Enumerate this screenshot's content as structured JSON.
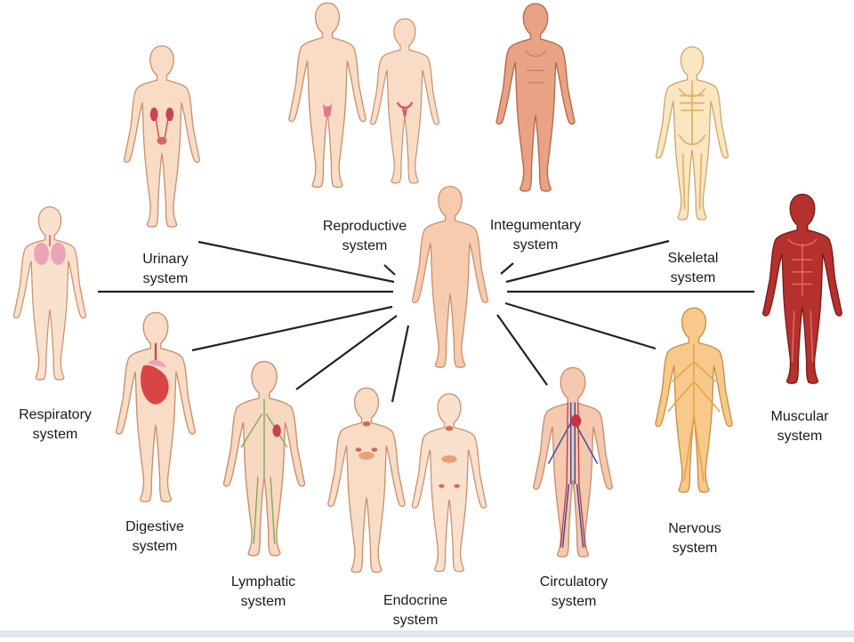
{
  "diagram": {
    "center": "human-body",
    "colors": {
      "skin": "#f7d6bd",
      "skin_outline": "#c9906d",
      "integumentary": "#e79c7b",
      "muscle": "#b52a2a",
      "skeleton": "#f3d7a3",
      "nerve": "#f0b561",
      "digestive": "#d94545",
      "respiratory": "#e9a4b6",
      "connector": "#222222"
    },
    "systems": [
      {
        "id": "reproductive",
        "line1": "Reproductive",
        "line2": "system"
      },
      {
        "id": "integumentary",
        "line1": "Integumentary",
        "line2": "system"
      },
      {
        "id": "urinary",
        "line1": "Urinary",
        "line2": "system"
      },
      {
        "id": "skeletal",
        "line1": "Skeletal",
        "line2": "system"
      },
      {
        "id": "respiratory",
        "line1": "Respiratory",
        "line2": "system"
      },
      {
        "id": "muscular",
        "line1": "Muscular",
        "line2": "system"
      },
      {
        "id": "digestive",
        "line1": "Digestive",
        "line2": "system"
      },
      {
        "id": "nervous",
        "line1": "Nervous",
        "line2": "system"
      },
      {
        "id": "lymphatic",
        "line1": "Lymphatic",
        "line2": "system"
      },
      {
        "id": "endocrine",
        "line1": "Endocrine",
        "line2": "system"
      },
      {
        "id": "circulatory",
        "line1": "Circulatory",
        "line2": "system"
      }
    ]
  }
}
